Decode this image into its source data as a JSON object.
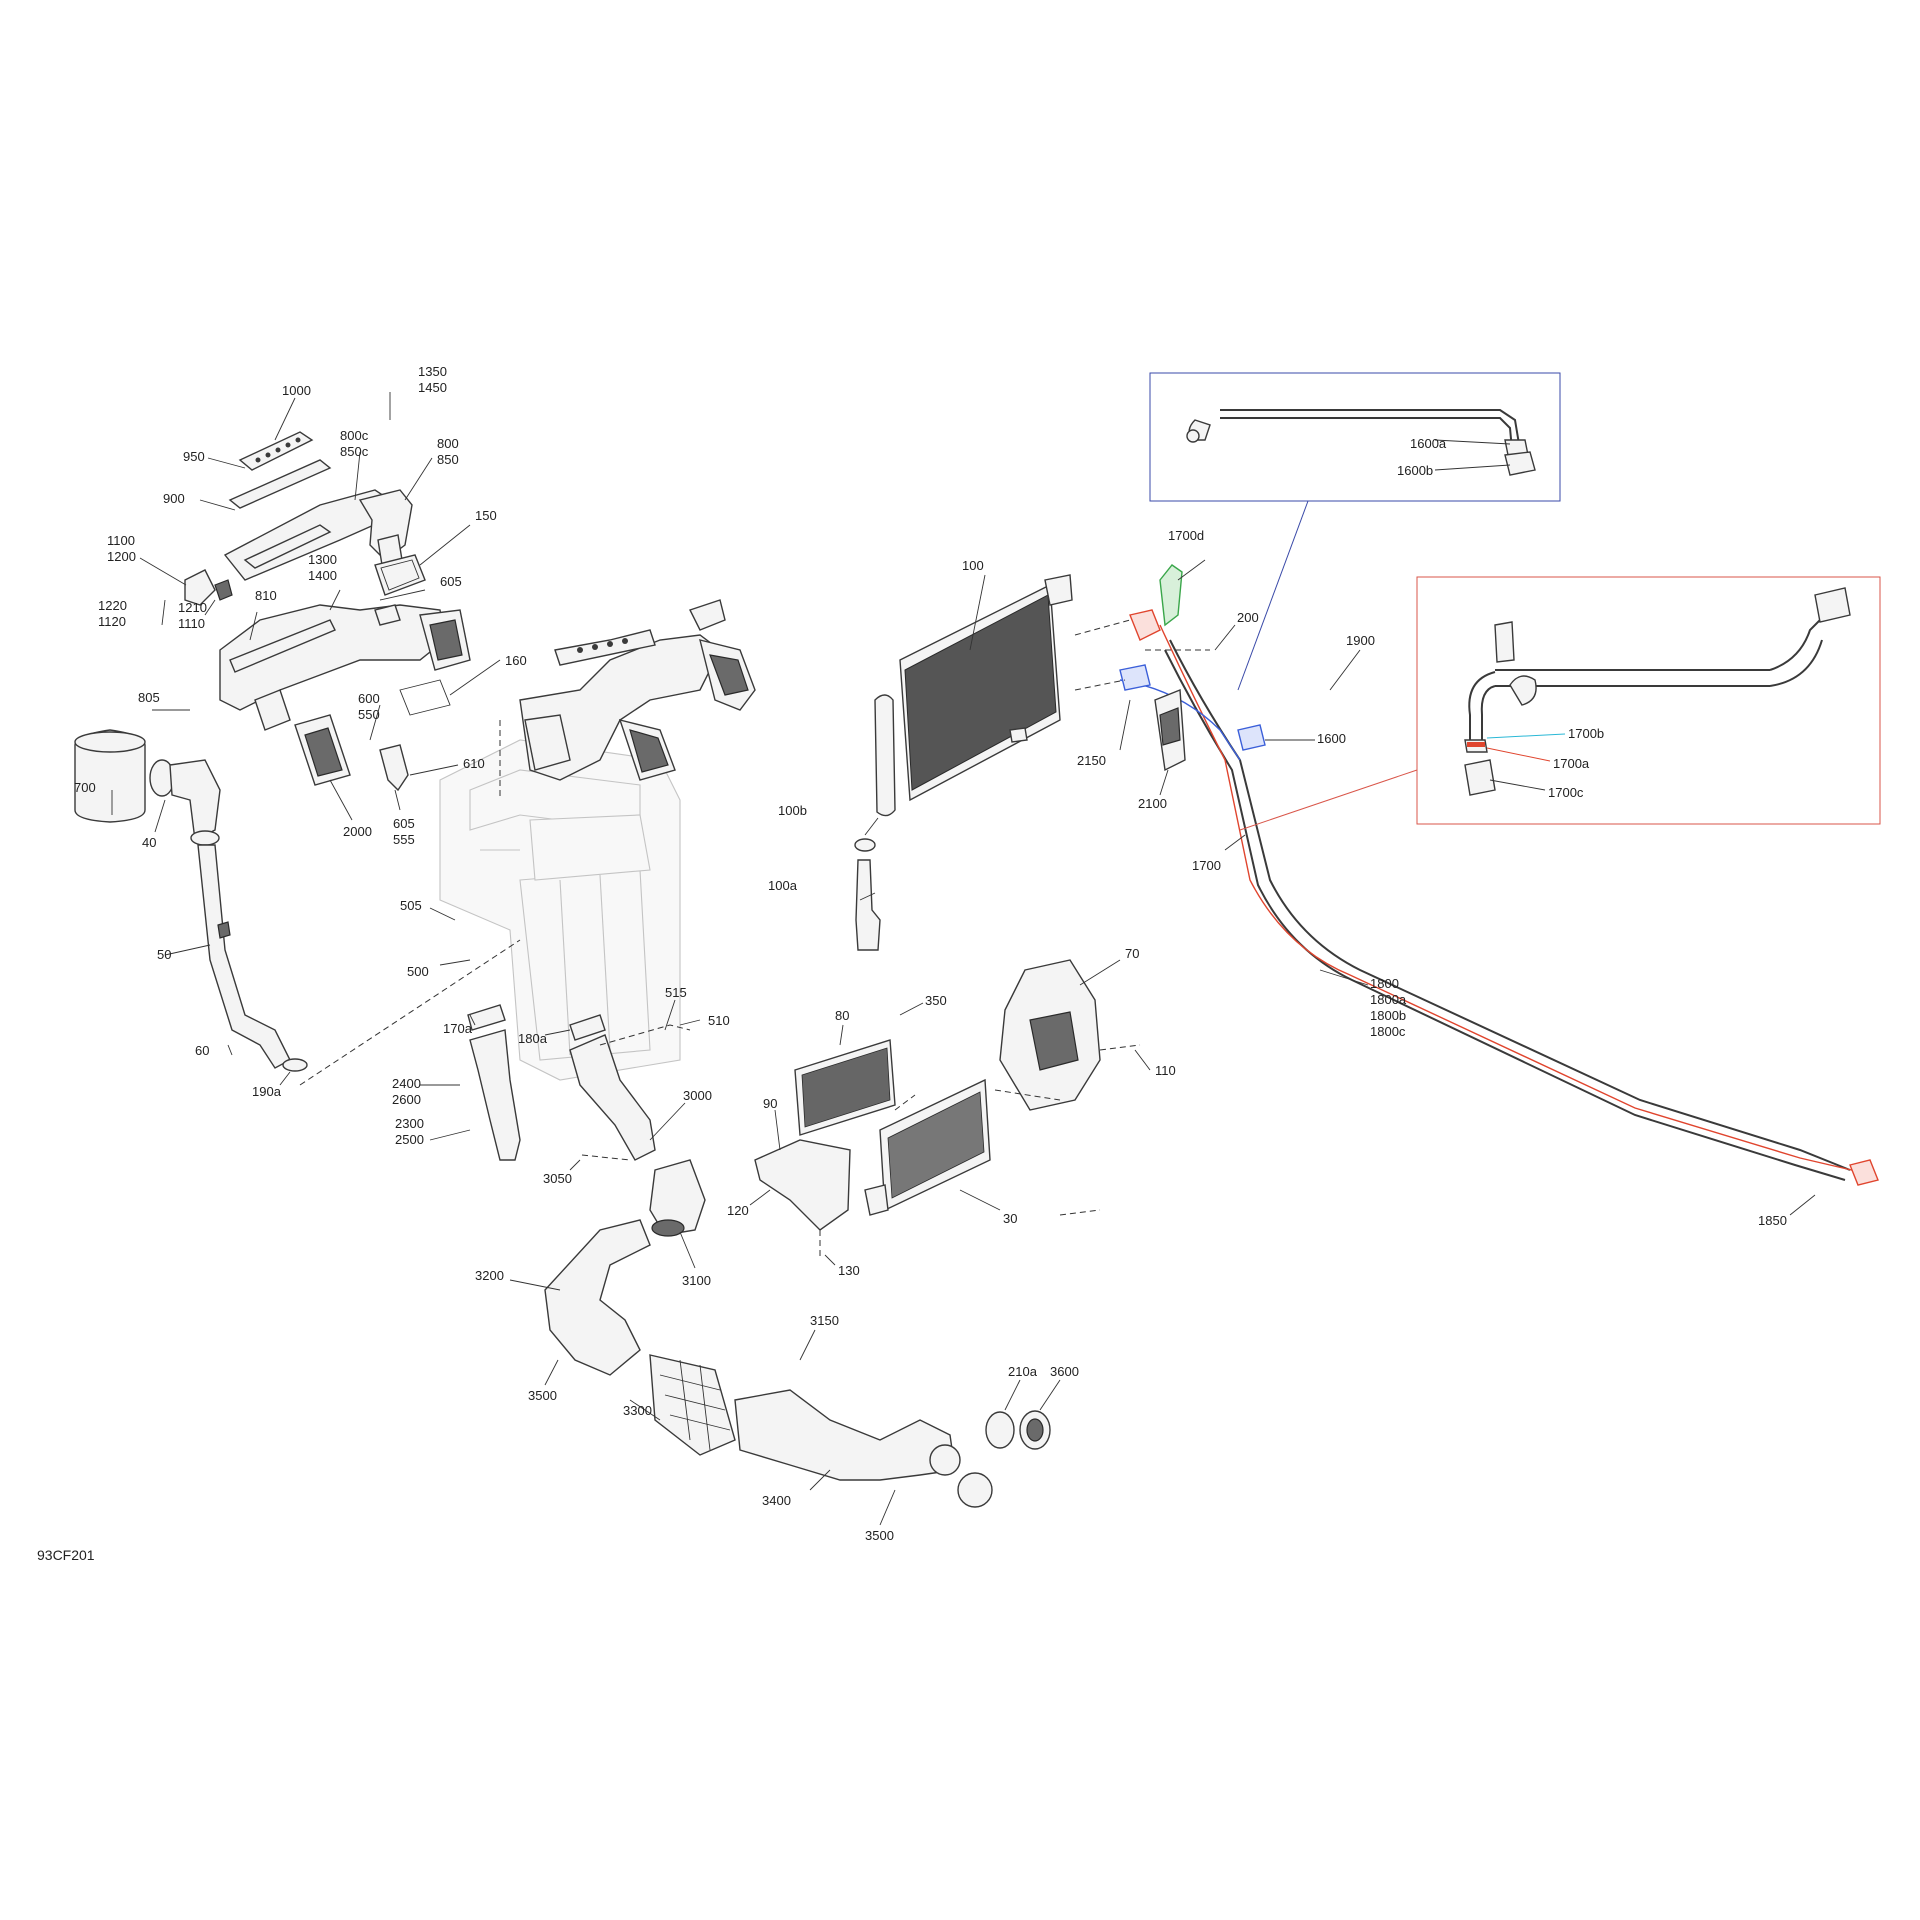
{
  "figure_id": "93CF201",
  "colors": {
    "line": "#3a3a3a",
    "leader": "#333333",
    "inset_blue": "#3a4aa8",
    "inset_red": "#d9564a",
    "hose_red": "#e0452e",
    "fitting_green": "#3aa64a",
    "fitting_blue": "#3b5fd9",
    "accent_cyan": "#2ab8d6"
  },
  "callouts": {
    "c1000": "1000",
    "c1350": "1350",
    "c1450": "1450",
    "c950": "950",
    "c800c": "800c",
    "c850c": "850c",
    "c800": "800",
    "c850": "850",
    "c900": "900",
    "c150": "150",
    "c1100": "1100",
    "c1200": "1200",
    "c1300": "1300",
    "c1400": "1400",
    "c605a": "605",
    "c1220": "1220",
    "c1120": "1120",
    "c810": "810",
    "c1210": "1210",
    "c1110": "1110",
    "c160": "160",
    "c805": "805",
    "c600": "600",
    "c550": "550",
    "c610": "610",
    "c700": "700",
    "c40": "40",
    "c2000": "2000",
    "c605b": "605",
    "c555": "555",
    "c505": "505",
    "c50": "50",
    "c500": "500",
    "c515": "515",
    "c510": "510",
    "c170a": "170a",
    "c180a": "180a",
    "c60": "60",
    "c190a": "190a",
    "c2400": "2400",
    "c2600": "2600",
    "c2300": "2300",
    "c2500": "2500",
    "c3000": "3000",
    "c3050": "3050",
    "c3100": "3100",
    "c3200": "3200",
    "c3500a": "3500",
    "c3300": "3300",
    "c3150": "3150",
    "c210a": "210a",
    "c3600": "3600",
    "c3400": "3400",
    "c3500b": "3500",
    "c100": "100",
    "c100b": "100b",
    "c100a": "100a",
    "c1700d": "1700d",
    "c200": "200",
    "c1900": "1900",
    "c1600": "1600",
    "c2150": "2150",
    "c2100": "2100",
    "c1700": "1700",
    "c1600a": "1600a",
    "c1600b": "1600b",
    "c1700b": "1700b",
    "c1700a": "1700a",
    "c1700c": "1700c",
    "c80": "80",
    "c70": "70",
    "c350": "350",
    "c110": "110",
    "c90": "90",
    "c120": "120",
    "c30": "30",
    "c130": "130",
    "c1800": "1800",
    "c1800a": "1800a",
    "c1800b": "1800b",
    "c1800c": "1800c",
    "c1850": "1850"
  }
}
